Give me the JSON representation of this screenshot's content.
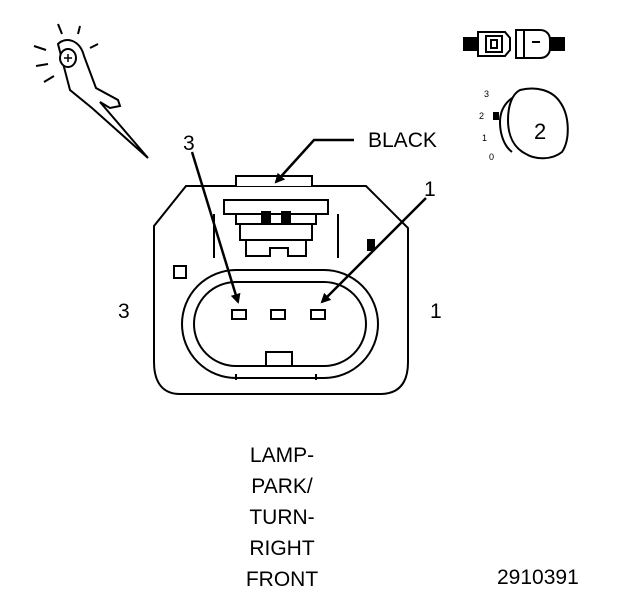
{
  "labels": {
    "color": "BLACK",
    "pin_top_left": "3",
    "pin_top_right": "1",
    "side_left": "3",
    "side_right": "1",
    "inset_terminal": "2",
    "inset_scale": [
      "3",
      "2",
      "1",
      "0"
    ]
  },
  "caption": [
    "LAMP-",
    "PARK/",
    "TURN-",
    "RIGHT",
    "FRONT"
  ],
  "reference_number": "2910391",
  "icons": {
    "probe": "test-probe-icon",
    "inline_connector": "inline-connector-icon",
    "terminal": "terminal-view-icon"
  }
}
